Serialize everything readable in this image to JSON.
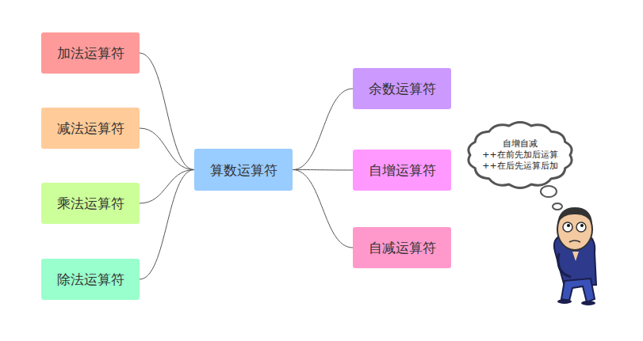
{
  "diagram": {
    "nodes": [
      {
        "text": [
          "加法运算符"
        ]
      },
      {
        "text": [
          "减法运算符"
        ]
      },
      {
        "text": [
          "乘法运算符"
        ]
      },
      {
        "text": [
          "除法运算符"
        ]
      },
      {
        "text": [
          "算数运算符"
        ]
      },
      {
        "text": [
          "余数运算符"
        ]
      },
      {
        "text": [
          "自增运算符"
        ]
      },
      {
        "text": [
          "自减运算符"
        ]
      },
      {
        "text": [
          "自增自减",
          "++在前先加后运算",
          "++在后先运算后加"
        ]
      }
    ],
    "edges": [
      {
        "from": 4,
        "to": 0,
        "arrow": "none"
      },
      {
        "from": 4,
        "to": 1,
        "arrow": "none"
      },
      {
        "from": 4,
        "to": 2,
        "arrow": "none"
      },
      {
        "from": 4,
        "to": 3,
        "arrow": "none"
      },
      {
        "from": 4,
        "to": 5,
        "arrow": "none"
      },
      {
        "from": 4,
        "to": 6,
        "arrow": "none"
      },
      {
        "from": 4,
        "to": 7,
        "arrow": "none"
      }
    ]
  }
}
